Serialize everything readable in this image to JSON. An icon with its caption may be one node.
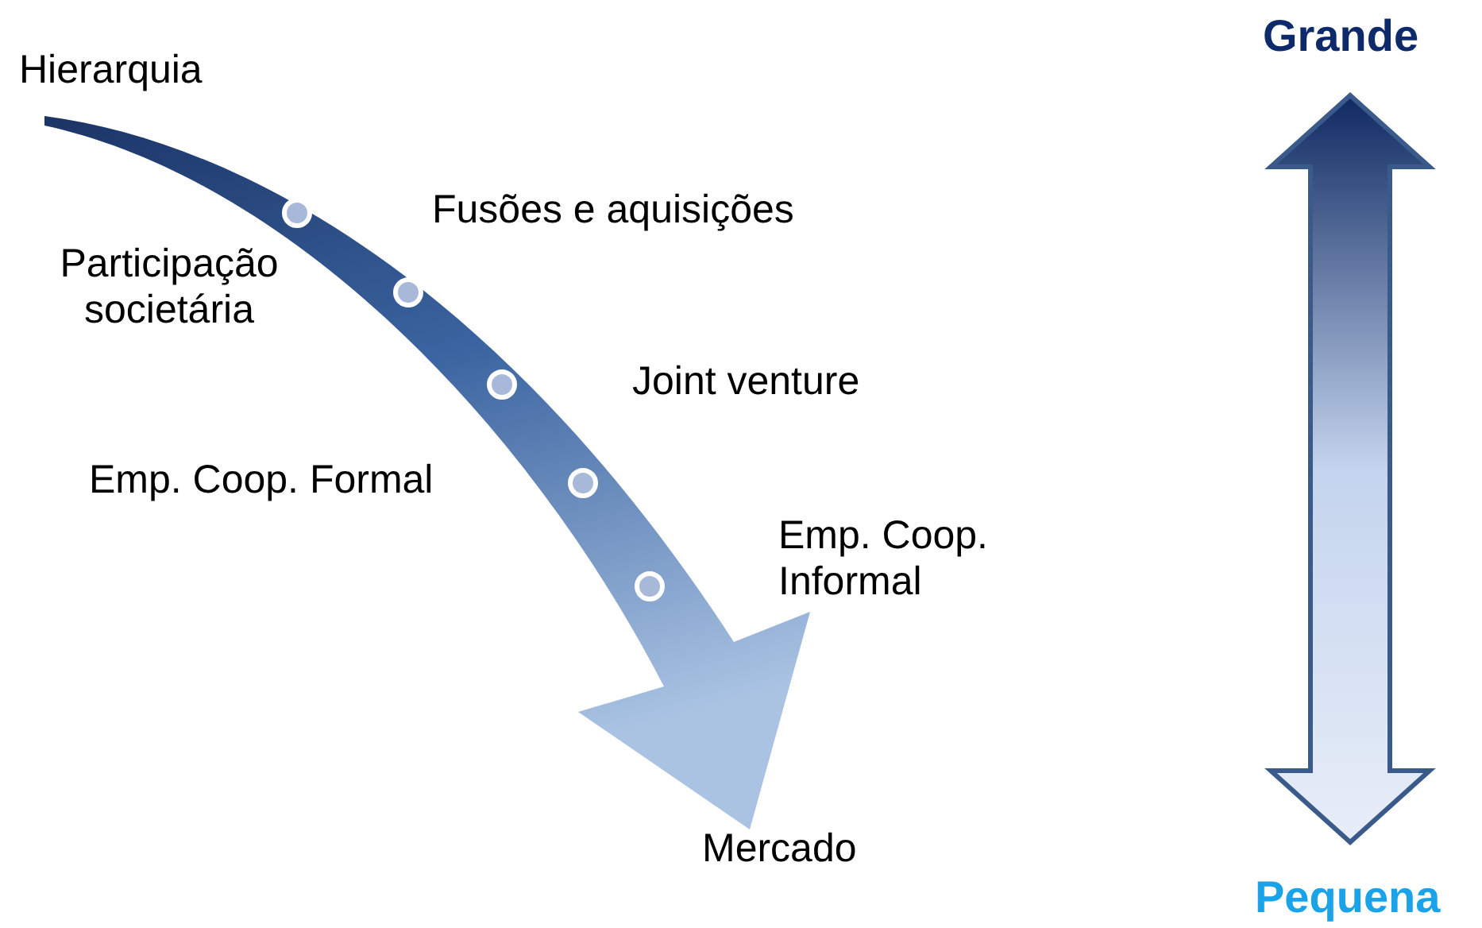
{
  "diagram": {
    "nodes": [
      {
        "text": [
          "Hierarquia"
        ]
      },
      {
        "text": [
          "Mercado"
        ]
      },
      {
        "text": [
          "Grande"
        ]
      },
      {
        "text": [
          "Pequena"
        ]
      }
    ],
    "edges": [
      {
        "from": 0,
        "to": 1,
        "arrow": "to"
      },
      {
        "from": 2,
        "to": 3,
        "arrow": "both"
      }
    ],
    "labels": [
      "Fusões e aquisições",
      "Participação societária",
      "Joint venture",
      "Emp. Coop. Formal",
      "Emp. Coop. Informal"
    ]
  }
}
